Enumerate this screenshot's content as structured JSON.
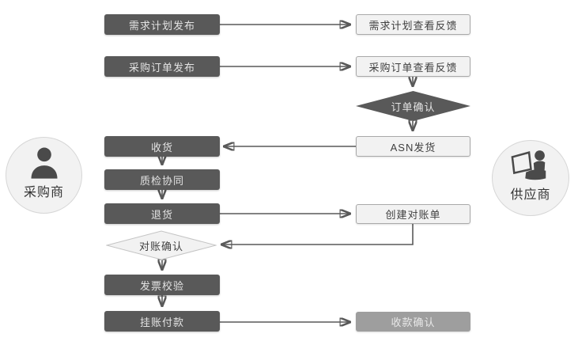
{
  "actors": {
    "buyer": {
      "label": "采购商"
    },
    "supplier": {
      "label": "供应商"
    }
  },
  "nodes": {
    "demand_plan_publish": {
      "label": "需求计划发布",
      "type": "dark"
    },
    "po_publish": {
      "label": "采购订单发布",
      "type": "dark"
    },
    "receive_goods": {
      "label": "收货",
      "type": "dark"
    },
    "quality_check": {
      "label": "质检协同",
      "type": "dark"
    },
    "return_goods": {
      "label": "退货",
      "type": "dark"
    },
    "reconcile_confirm": {
      "label": "对账确认",
      "type": "diamond-light"
    },
    "invoice_check": {
      "label": "发票校验",
      "type": "dark"
    },
    "pending_payment": {
      "label": "挂账付款",
      "type": "dark"
    },
    "demand_plan_feedback": {
      "label": "需求计划查看反馈",
      "type": "light"
    },
    "po_feedback": {
      "label": "采购订单查看反馈",
      "type": "light"
    },
    "order_confirm": {
      "label": "订单确认",
      "type": "diamond-dark"
    },
    "asn_ship": {
      "label": "ASN发货",
      "type": "light"
    },
    "create_statement": {
      "label": "创建对账单",
      "type": "light"
    },
    "receipt_confirm": {
      "label": "收款确认",
      "type": "medium"
    }
  },
  "colors": {
    "dark_node": "#595959",
    "dark_node_text": "#e3e3e3",
    "light_node": "#f2f2f2",
    "light_node_border": "#a9a9a9",
    "light_node_text": "#404040",
    "light_diamond_border": "#c4c4c4",
    "medium_node": "#9e9e9e",
    "medium_node_text": "#e8e8e8",
    "arrow": "#595959",
    "actor_circle": "#f2f2f2",
    "actor_border": "#d6d6d6",
    "actor_icon": "#4a4a4a",
    "actor_text": "#333333"
  }
}
